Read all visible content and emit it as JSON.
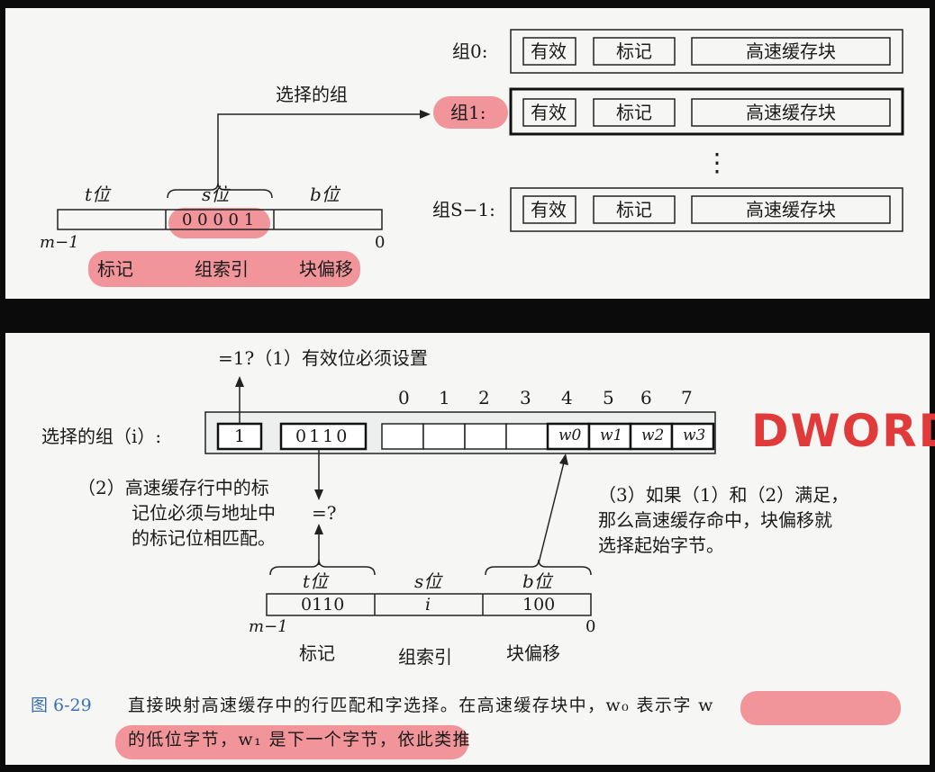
{
  "top": {
    "selected_set_label": "选择的组",
    "t_label": "t位",
    "s_label": "s位",
    "b_label": "b位",
    "set_index_bits": "0 0 0 0 1",
    "msb_label": "m−1",
    "lsb_label": "0",
    "field_tag": "标记",
    "field_index": "组索引",
    "field_offset": "块偏移",
    "sets": [
      {
        "label": "组0:",
        "valid": "有效",
        "tag": "标记",
        "block": "高速缓存块"
      },
      {
        "label": "组1:",
        "valid": "有效",
        "tag": "标记",
        "block": "高速缓存块"
      },
      {
        "label": "组S−1:",
        "valid": "有效",
        "tag": "标记",
        "block": "高速缓存块"
      }
    ],
    "ellipsis": "⋮"
  },
  "bottom": {
    "valid_note": "=1?（1）有效位必须设置",
    "byte_indices": [
      "0",
      "1",
      "2",
      "3",
      "4",
      "5",
      "6",
      "7"
    ],
    "selected_set": "选择的组（i）:",
    "valid_bit": "1",
    "tag_bits": "0110",
    "words": [
      "w0",
      "w1",
      "w2",
      "w3"
    ],
    "dword": "DWORD",
    "note2_lines": [
      "（2）高速缓存行中的标",
      "记位必须与地址中",
      "的标记位相匹配。"
    ],
    "compare": "=?",
    "note3_lines": [
      "（3）如果（1）和（2）满足，",
      "那么高速缓存命中，块偏移就",
      "选择起始字节。"
    ],
    "t_label": "t位",
    "s_label": "s位",
    "b_label": "b位",
    "addr_tag": "0110",
    "addr_index": "i",
    "addr_offset": "100",
    "msb_label": "m−1",
    "lsb_label": "0",
    "field_tag": "标记",
    "field_index": "组索引",
    "field_offset": "块偏移",
    "caption_num": "图 6-29",
    "caption_line1": "直接映射高速缓存中的行匹配和字选择。在高速缓存块中，w₀ 表示字 w",
    "caption_line2": "的低位字节，w₁ 是下一个字节，依此类推"
  }
}
